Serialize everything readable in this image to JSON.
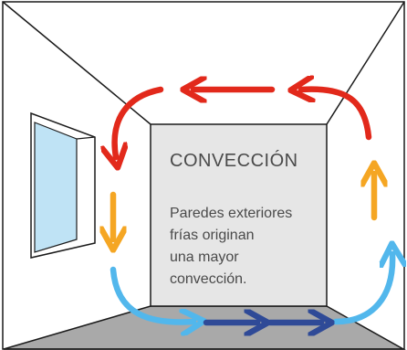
{
  "title": "CONVECCIÓN",
  "body_lines": [
    "Paredes exteriores",
    "frías originan",
    "una mayor",
    "convección."
  ],
  "colors": {
    "back_wall": "#e6e6e6",
    "floor": "#a9a9a9",
    "window_glass": "#bfe3f5",
    "arrow_red": "#e2291b",
    "arrow_orange": "#f5a623",
    "arrow_light_blue": "#52b7ec",
    "arrow_dark_blue": "#2f4a97",
    "outline": "#1a1a1a",
    "text": "#4a4a4a"
  }
}
